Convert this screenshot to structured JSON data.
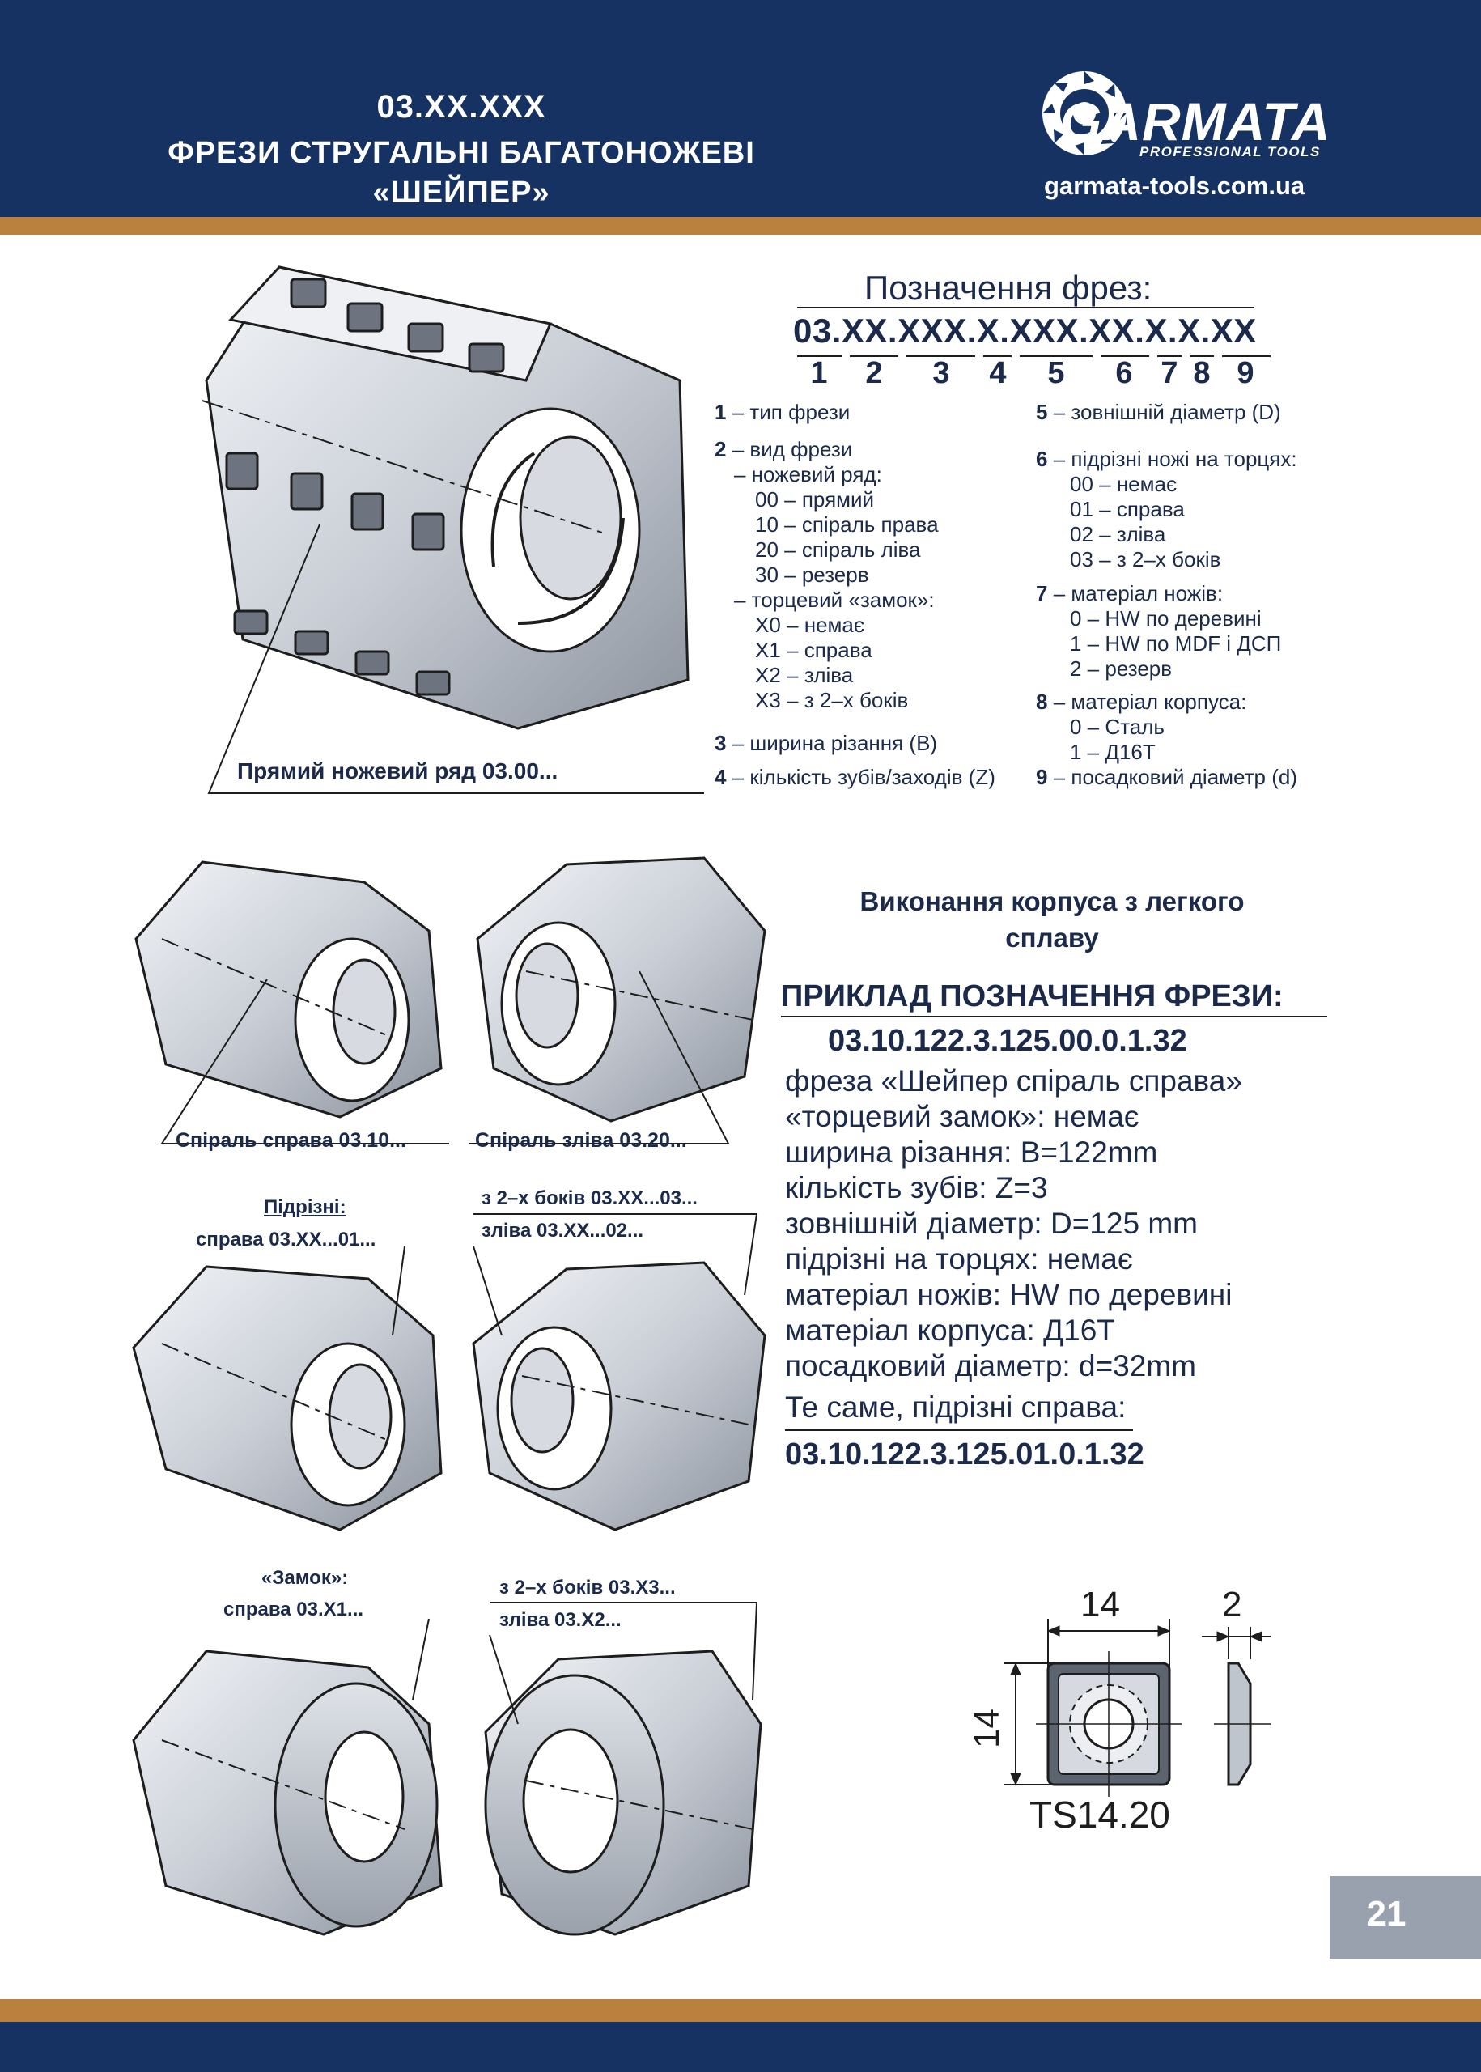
{
  "header": {
    "code": "03.XX.XXX",
    "title_line1": "ФРЕЗИ СТРУГАЛЬНІ БАГАТОНОЖЕВІ",
    "title_line2": "«ШЕЙПЕР»",
    "logo_name": "GARMATA",
    "logo_tagline": "PROFESSIONAL TOOLS",
    "website": "garmata-tools.com.ua",
    "logo_icon": "saw-blade-icon"
  },
  "designation": {
    "heading": "Позначення фрез:",
    "code": "03.XX.XXX.X.XXX.XX.X.X.XX",
    "digits": [
      "1",
      "2",
      "3",
      "4",
      "5",
      "6",
      "7",
      "8",
      "9"
    ],
    "left_items": [
      {
        "num": "1",
        "text": " – тип фрези"
      },
      {
        "num": "2",
        "text": " – вид фрези"
      },
      {
        "num": "",
        "text": "– ножевий ряд:"
      },
      {
        "num": "",
        "text": "00 – прямий"
      },
      {
        "num": "",
        "text": "10 – спіраль права"
      },
      {
        "num": "",
        "text": "20 – спіраль ліва"
      },
      {
        "num": "",
        "text": "30 – резерв"
      },
      {
        "num": "",
        "text": "– торцевий «замок»:"
      },
      {
        "num": "",
        "text": "X0 – немає"
      },
      {
        "num": "",
        "text": "X1 – справа"
      },
      {
        "num": "",
        "text": "X2 – зліва"
      },
      {
        "num": "",
        "text": "X3 – з 2–х боків"
      },
      {
        "num": "3",
        "text": " – ширина різання (B)"
      },
      {
        "num": "4",
        "text": " – кількість зубів/заходів (Z)"
      }
    ],
    "right_items": [
      {
        "num": "5",
        "text": " – зовнішній діаметр (D)"
      },
      {
        "num": "6",
        "text": " – підрізні ножі на торцях:"
      },
      {
        "num": "",
        "text": "00 – немає"
      },
      {
        "num": "",
        "text": "01 – справа"
      },
      {
        "num": "",
        "text": "02 – зліва"
      },
      {
        "num": "",
        "text": "03 – з 2–х боків"
      },
      {
        "num": "7",
        "text": " – матеріал ножів:"
      },
      {
        "num": "",
        "text": "0 – HW по деревині"
      },
      {
        "num": "",
        "text": "1 – HW по MDF і ДСП"
      },
      {
        "num": "",
        "text": "2 – резерв"
      },
      {
        "num": "8",
        "text": " – матеріал корпуса:"
      },
      {
        "num": "",
        "text": "0 – Сталь"
      },
      {
        "num": "",
        "text": "1 – Д16Т"
      },
      {
        "num": "9",
        "text": " – посадковий діаметр (d)"
      }
    ]
  },
  "captions": {
    "straight": "Прямий ножевий ряд 03.00...",
    "spiral_right": "Спіраль справа 03.10...",
    "spiral_left": "Спіраль зліва 03.20...",
    "cutters_label": "Підрізні:",
    "cutters_right": "справа 03.XX...01...",
    "both_sides": "з 2–х боків 03.XX...03...",
    "left_02": "зліва 03.XX...02...",
    "lock_label": "«Замок»:",
    "lock_right": "справа 03.X1...",
    "lock_both": "з 2–х боків 03.X3...",
    "lock_left": "зліва 03.X2..."
  },
  "example": {
    "alloy_line1": "Виконання корпуса з легкого",
    "alloy_line2": "сплаву",
    "title": "ПРИКЛАД ПОЗНАЧЕННЯ ФРЕЗИ:",
    "code": "03.10.122.3.125.00.0.1.32",
    "lines": [
      "фреза «Шейпер спіраль справа»",
      "«торцевий замок»: немає",
      "ширина різання: B=122mm",
      "кількість зубів: Z=3",
      "зовнішній діаметр: D=125 mm",
      "підрізні на торцях: немає",
      "матеріал ножів: HW по деревині",
      "матеріал корпуса: Д16Т",
      "посадковий діаметр: d=32mm"
    ],
    "same_label": "Те саме, підрізні справа:",
    "same_code": "03.10.122.3.125.01.0.1.32"
  },
  "insert": {
    "width": "14",
    "height": "14",
    "thickness": "2",
    "name": "TS14.20"
  },
  "page_number": "21"
}
